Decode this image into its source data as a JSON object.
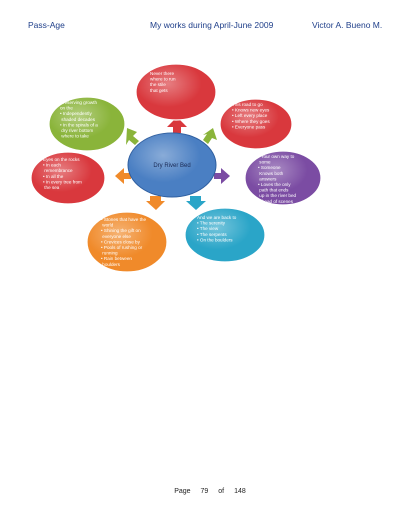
{
  "header": {
    "left": "Pass-Age",
    "center": "My works during April-June 2009",
    "right": "Victor A. Bueno M."
  },
  "diagram": {
    "center": {
      "label": "Dry River Bed",
      "color": "#4a7fc3"
    },
    "nodes": [
      {
        "id": "top",
        "color": "#d9383d",
        "lines": [
          "Never there",
          "where to run",
          "the stile",
          "that gets"
        ]
      },
      {
        "id": "upper-right",
        "color": "#d9383d",
        "lines": [
          "This road to go",
          "• Knows new eyes",
          "• Left every place",
          "• Where they goes",
          "• Everyone pass"
        ]
      },
      {
        "id": "right",
        "color": "#7b4ca3",
        "lines": [
          "• Your own way to",
          "   some",
          "• Someone",
          "   Knows both",
          "   answers",
          "• Loves the only",
          "   path that ends",
          "   up in the river bed",
          "   ahead of scenes"
        ]
      },
      {
        "id": "lower-right",
        "color": "#2aa5c8",
        "lines": [
          "And we are back to",
          "• The serenity",
          "• The view",
          "• The serpents",
          "• On the boulders"
        ]
      },
      {
        "id": "lower-left",
        "color": "#f08a2a",
        "lines": [
          "• Stones that have the",
          "   world",
          "• Shining the gift on",
          "   everyone else",
          "• Crevices close by",
          "• Pools of rushing or",
          "   running",
          "• Rain between",
          "   boulders"
        ]
      },
      {
        "id": "left",
        "color": "#d9383d",
        "lines": [
          "Eyes on the rocks",
          "• In each",
          "   remembrance",
          "• In all the",
          "• In every tree from",
          "   the sea"
        ]
      },
      {
        "id": "upper-left",
        "color": "#8ab43a",
        "lines": [
          "Preserving growth",
          "on the",
          "• Independently",
          "   shaded decades",
          "• In the spirals of a",
          "   dry river bottom",
          "   where to take"
        ]
      }
    ]
  },
  "footer": {
    "page_word": "Page",
    "page_number": "79",
    "of_word": "of",
    "total_pages": "148"
  }
}
